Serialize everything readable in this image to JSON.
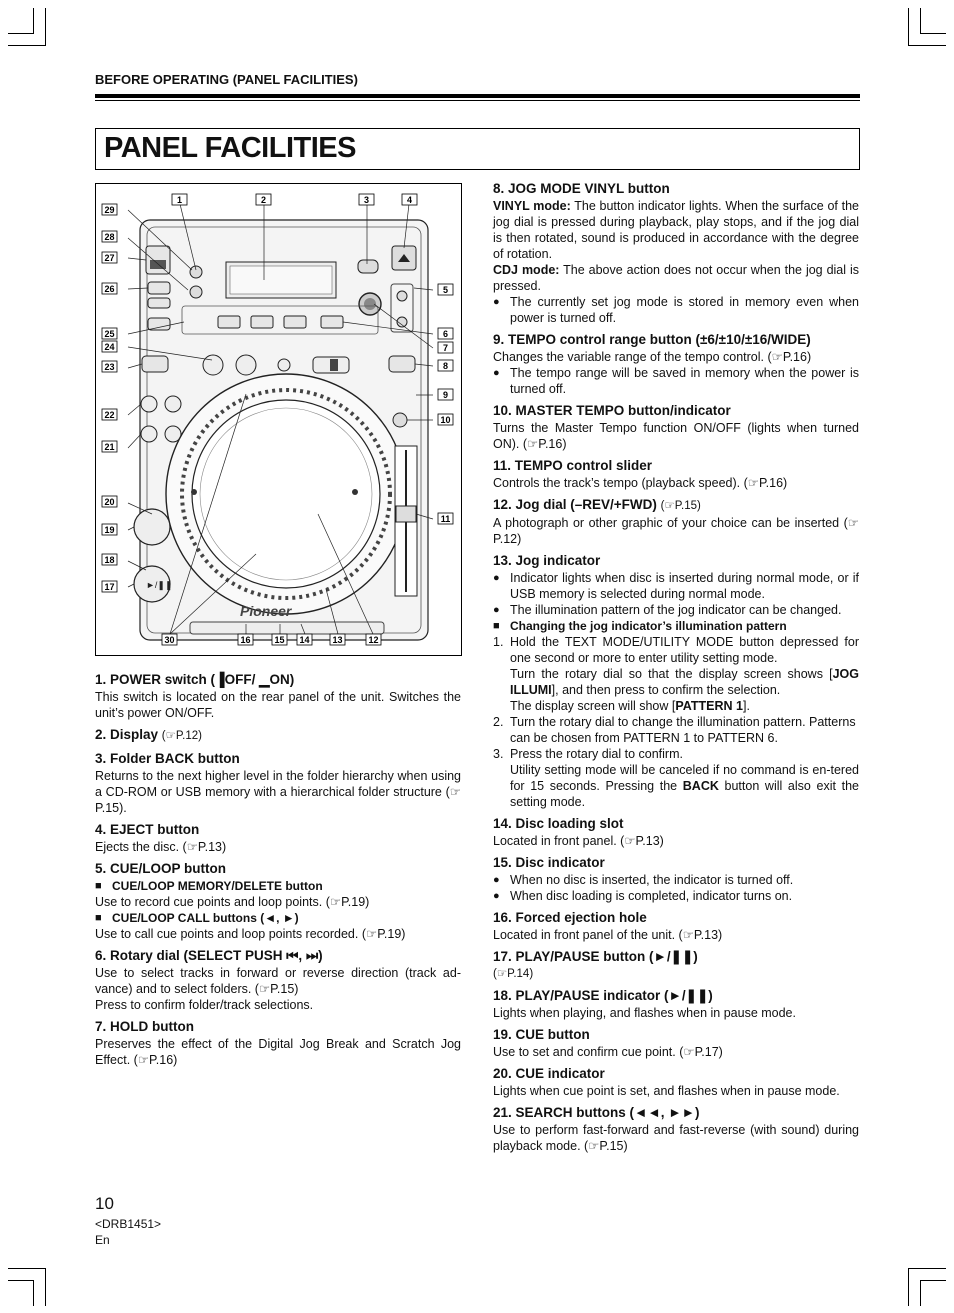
{
  "header": "BEFORE OPERATING (PANEL FACILITIES)",
  "title": "PANEL FACILITIES",
  "figure": {
    "callouts_top": [
      "1",
      "2",
      "3",
      "4"
    ],
    "callouts_left": [
      "29",
      "28",
      "27",
      "26",
      "25",
      "24",
      "23",
      "22",
      "21",
      "20",
      "19",
      "18",
      "17"
    ],
    "callouts_right": [
      "5",
      "6",
      "7",
      "8",
      "9",
      "10",
      "11"
    ],
    "callouts_bottom": [
      "30",
      "16",
      "15",
      "14",
      "13",
      "12"
    ],
    "logo": "Pioneer"
  },
  "left": {
    "i1": {
      "h": "1. POWER switch (▐OFF/ ▁ON)",
      "d": "This switch is located on the rear panel of the unit. Switches the unit’s power ON/OFF."
    },
    "i2": {
      "h": "2. Display",
      "r": "(☞P.12)"
    },
    "i3": {
      "h": "3. Folder BACK button",
      "d": "Returns to the next higher level in the folder hierarchy when using a CD-ROM or USB memory with a hierarchical folder structure (☞P.15)."
    },
    "i4": {
      "h": "4. EJECT button",
      "d": "Ejects the disc. (☞P.13)"
    },
    "i5": {
      "h": "5. CUE/LOOP button",
      "s1": "CUE/LOOP MEMORY/DELETE button",
      "d1": "Use to record cue points and loop points. (☞P.19)",
      "s2": "CUE/LOOP CALL buttons (◄, ►)",
      "d2": "Use to call cue points and loop points recorded. (☞P.19)"
    },
    "i6": {
      "h": "6. Rotary dial (SELECT PUSH ⏮, ⏭)",
      "d": "Use to select tracks in forward or reverse direction (track ad-vance) and to select folders. (☞P.15)",
      "d2": "Press to confirm folder/track selections."
    },
    "i7": {
      "h": "7. HOLD button",
      "d": "Preserves the effect of the Digital Jog Break and Scratch Jog Effect. (☞P.16)"
    }
  },
  "right": {
    "i8": {
      "h": "8. JOG MODE VINYL button",
      "m1": "VINYL mode:",
      "d1": " The button indicator lights. When the surface of the jog dial is pressed during playback, play stops, and if the jog dial is then rotated, sound is produced in accordance with the degree of rotation.",
      "m2": "CDJ mode:",
      "d2": " The above action does not occur when the jog dial is pressed.",
      "b1": "The currently set jog mode is stored in memory even when power is turned off."
    },
    "i9": {
      "h": "9. TEMPO control range button (±6/±10/±16/WIDE)",
      "d": "Changes the variable range of the tempo control. (☞P.16)",
      "b1": "The tempo range will be saved in memory when the power is turned off."
    },
    "i10": {
      "h": "10. MASTER TEMPO button/indicator",
      "d": "Turns the Master Tempo function ON/OFF (lights when turned ON). (☞P.16)"
    },
    "i11": {
      "h": "11. TEMPO control slider",
      "d": "Controls the track’s tempo (playback speed). (☞P.16)"
    },
    "i12": {
      "h": "12. Jog dial (–REV/+FWD)",
      "r": "(☞P.15)",
      "d": "A photograph or other graphic of your choice can be inserted (☞P.12)"
    },
    "i13": {
      "h": "13. Jog indicator",
      "b1": "Indicator lights when disc is inserted during normal mode, or if USB memory is selected during normal mode.",
      "b2": "The illumination pattern of the jog indicator can be changed.",
      "s": "Changing the jog indicator’s illumination pattern",
      "n1a": "1.",
      "n1": "Hold the TEXT MODE/UTILITY MODE button depressed for one second or more to enter utility setting mode.",
      "n1b1": "Turn the rotary dial so that the display screen shows [",
      "n1bk": "JOG ILLUMI",
      "n1b2": "], and then press to confirm the selection.",
      "n1c1": "The display screen will show [",
      "n1ck": "PATTERN 1",
      "n1c2": "].",
      "n2a": "2.",
      "n2": "Turn the rotary dial to change the illumination pattern. Patterns can be chosen from PATTERN 1 to PATTERN 6.",
      "n3a": "3.",
      "n3": "Press the rotary dial to confirm.",
      "n3b1": "Utility setting mode will be canceled if no command is en-tered for 15 seconds. Pressing the ",
      "n3bk": "BACK",
      "n3b2": " button will also exit the setting mode."
    },
    "i14": {
      "h": "14. Disc loading slot",
      "d": "Located in front panel. (☞P.13)"
    },
    "i15": {
      "h": "15. Disc indicator",
      "b1": "When no disc is inserted, the indicator is turned off.",
      "b2": "When disc loading is completed, indicator turns on."
    },
    "i16": {
      "h": "16. Forced ejection hole",
      "d": "Located in front panel of the unit. (☞P.13)"
    },
    "i17": {
      "h": "17. PLAY/PAUSE button (►/❚❚)",
      "d": "(☞P.14)"
    },
    "i18": {
      "h": "18. PLAY/PAUSE indicator (►/❚❚)",
      "d": "Lights when playing, and flashes when in pause mode."
    },
    "i19": {
      "h": "19. CUE button",
      "d": "Use to set and confirm cue point. (☞P.17)"
    },
    "i20": {
      "h": "20. CUE indicator",
      "d": "Lights when cue point is set, and flashes when in pause mode."
    },
    "i21": {
      "h": "21. SEARCH buttons (◄◄, ►►)",
      "d": "Use to perform fast-forward and fast-reverse (with sound) during playback mode. (☞P.15)"
    }
  },
  "footer": {
    "page": "10",
    "code": "<DRB1451>",
    "lang": "En"
  }
}
